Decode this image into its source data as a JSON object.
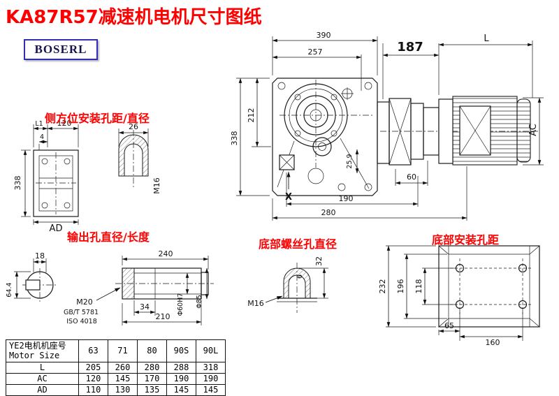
{
  "title": "KA87R57减速机电机尺寸图纸",
  "logo_text": "BOSERL",
  "section_labels": {
    "side": "侧方位安装孔距/直径",
    "output": "输出孔直径/长度",
    "bottom_screw": "底部螺丝孔直径",
    "bottom_mount": "底部安装孔距"
  },
  "main_view": {
    "width_total": "390",
    "width_inner": "257",
    "adapter_len": "187",
    "motor_len": "L",
    "height_total": "338",
    "height_axis": "212",
    "motor_od": "AC",
    "foot_offset": "25.9",
    "foot_len": "60",
    "base_190": "190",
    "base_280": "280",
    "mark_x": "X"
  },
  "side_view": {
    "dim_l1": "L1",
    "dim_120": "120",
    "dim_4": "4",
    "dim_26": "26",
    "thread": "M16",
    "height": "338",
    "dim_ad": "AD"
  },
  "output_view": {
    "key_width": "18",
    "bore_key": "64.4",
    "length_240": "240",
    "thread": "M20",
    "std1": "GB/T 5781",
    "std2": "ISO 4018",
    "dim_34": "34",
    "dim_210": "210",
    "bore": "Φ60H7",
    "od": "Φ85"
  },
  "screw_view": {
    "depth_32": "32",
    "dim_6": "6",
    "thread": "M16"
  },
  "mount_view": {
    "dim_232": "232",
    "dim_196": "196",
    "dim_118": "118",
    "dim_65": "65",
    "dim_160": "160"
  },
  "table": {
    "header_line1": "YE2电机机座号",
    "header_line2": "Motor Size",
    "columns": [
      "63",
      "71",
      "80",
      "90S",
      "90L"
    ],
    "rows": [
      {
        "label": "L",
        "values": [
          "205",
          "260",
          "280",
          "288",
          "318"
        ]
      },
      {
        "label": "AC",
        "values": [
          "120",
          "145",
          "170",
          "190",
          "190"
        ]
      },
      {
        "label": "AD",
        "values": [
          "110",
          "130",
          "135",
          "145",
          "145"
        ]
      }
    ]
  }
}
